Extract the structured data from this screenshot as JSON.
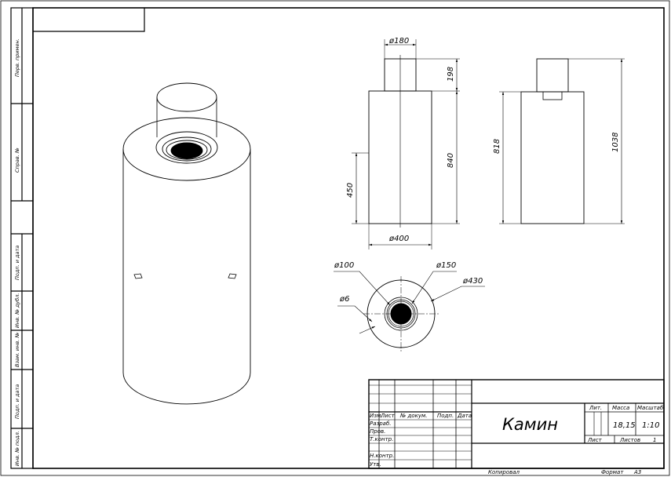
{
  "sidebar_labels": [
    "Перв. примен.",
    "Справ. №",
    "Подп. и дата",
    "Инв. № дубл.",
    "Взам. инв. №",
    "Подп. и дата",
    "Инв. № подл."
  ],
  "dimensions": {
    "top_diameter": "ø180",
    "pipe_height": "198",
    "body_height": "840",
    "door_height": "450",
    "body_diameter": "ø400",
    "side_height": "818",
    "total_height": "1038",
    "plan_d100": "ø100",
    "plan_d150": "ø150",
    "plan_d430": "ø430",
    "plan_d6": "ø6"
  },
  "title_block": {
    "headers": {
      "izm": "Изм.",
      "list": "Лист",
      "doc_no": "№ докум.",
      "sign": "Подп.",
      "date": "Дата"
    },
    "roles": [
      "Разраб.",
      "Пров.",
      "Т.контр.",
      "",
      "Н.контр.",
      "Утв."
    ],
    "drawing_title": "Камин",
    "lit_label": "Лит.",
    "mass_label": "Масса",
    "scale_label": "Масштаб",
    "mass_value": "18,15",
    "scale_value": "1:10",
    "sheet_label": "Лист",
    "sheets_label": "Листов",
    "sheets_value": "1"
  },
  "footer": {
    "copied": "Копировал",
    "format_label": "Формат",
    "format_value": "А3"
  }
}
